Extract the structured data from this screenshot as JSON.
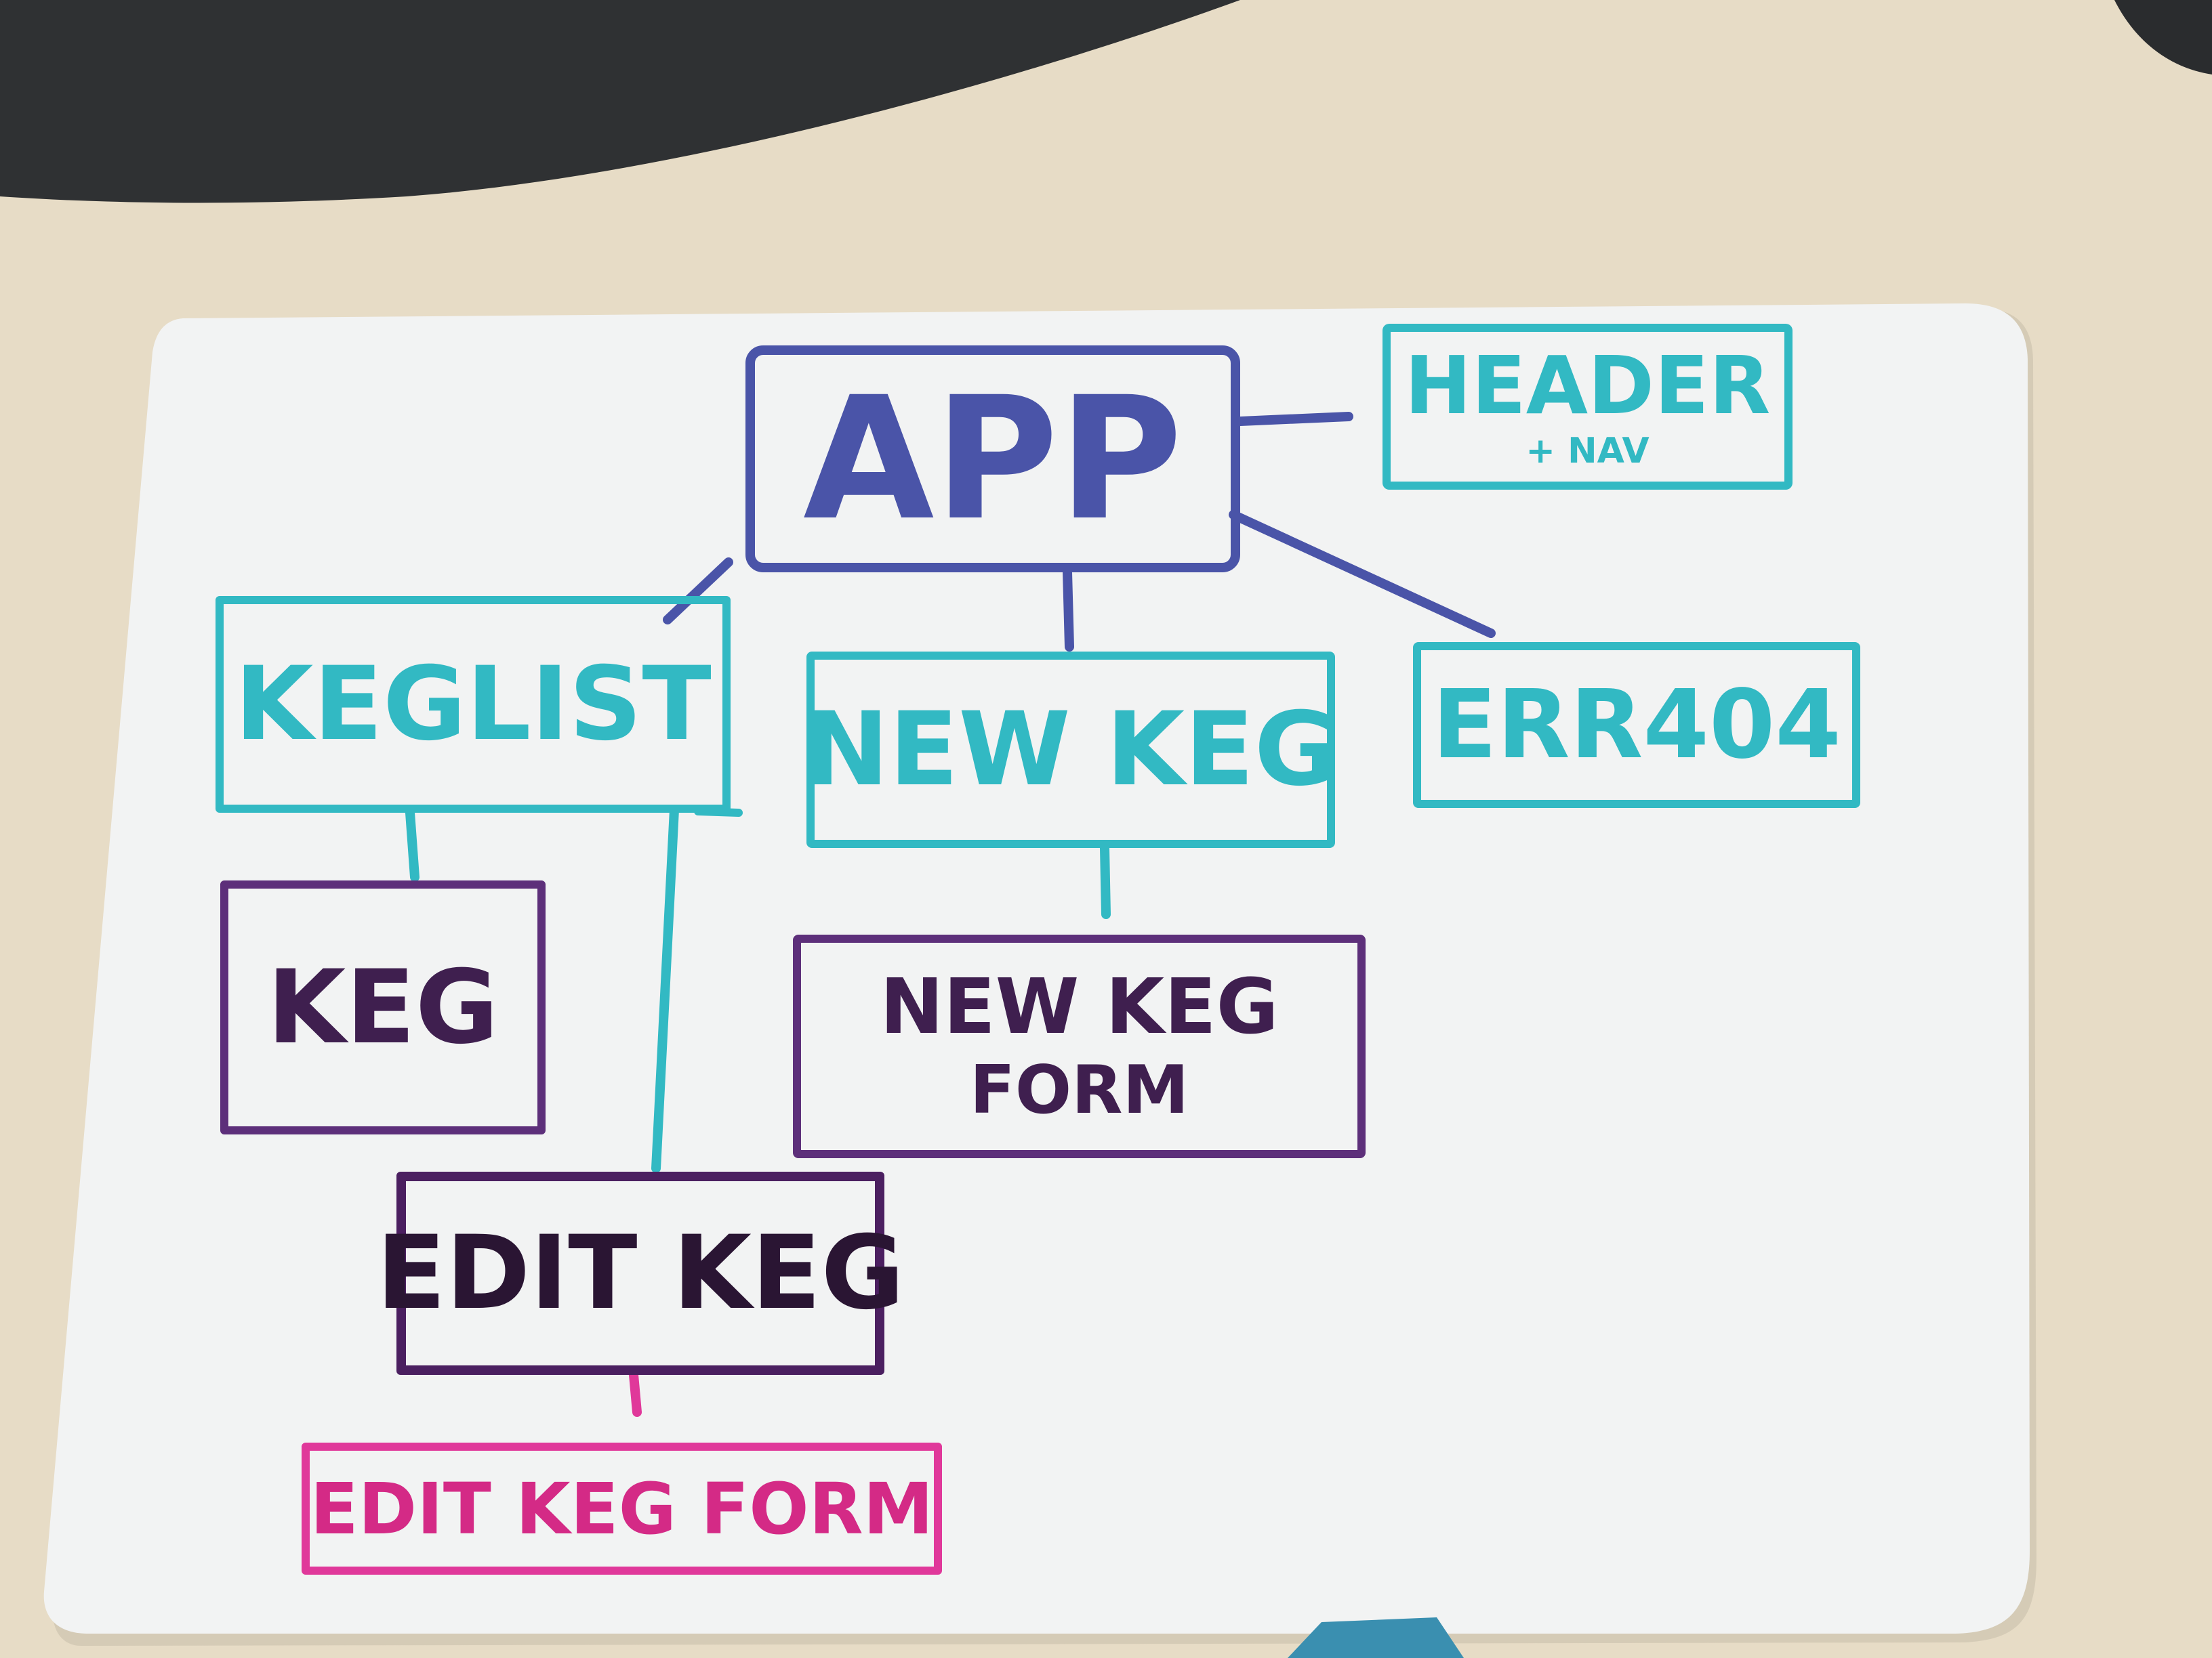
{
  "colors": {
    "desk": "#e7dcc6",
    "board": "#f2f3f3",
    "laptop": "#2f3133",
    "app_blue": "#4a54a8",
    "teal": "#32b9c3",
    "purple": "#5d2f7a",
    "dark_purple": "#4b1f60",
    "pink": "#e0389a"
  },
  "diagram": {
    "nodes": {
      "app": {
        "label": "APP",
        "color": "app_blue"
      },
      "header": {
        "label": "HEADER",
        "sublabel": "+ NAV",
        "color": "teal"
      },
      "keglist": {
        "label": "KEGLIST",
        "color": "teal"
      },
      "newkeg": {
        "label": "NEW KEG",
        "color": "teal"
      },
      "err404": {
        "label": "ERR404",
        "color": "teal"
      },
      "keg": {
        "label": "KEG",
        "color": "purple"
      },
      "newkegform": {
        "label": "NEW KEG",
        "label2": "FORM",
        "color": "purple"
      },
      "editkeg": {
        "label": "EDIT KEG",
        "color": "dark_purple"
      },
      "editkegform": {
        "label": "EDIT KEG FORM",
        "color": "pink"
      }
    },
    "edges": [
      {
        "from": "app",
        "to": "header"
      },
      {
        "from": "app",
        "to": "keglist"
      },
      {
        "from": "app",
        "to": "newkeg"
      },
      {
        "from": "app",
        "to": "err404"
      },
      {
        "from": "keglist",
        "to": "keg"
      },
      {
        "from": "keglist",
        "to": "editkeg"
      },
      {
        "from": "newkeg",
        "to": "newkegform"
      },
      {
        "from": "editkeg",
        "to": "editkegform"
      }
    ]
  }
}
